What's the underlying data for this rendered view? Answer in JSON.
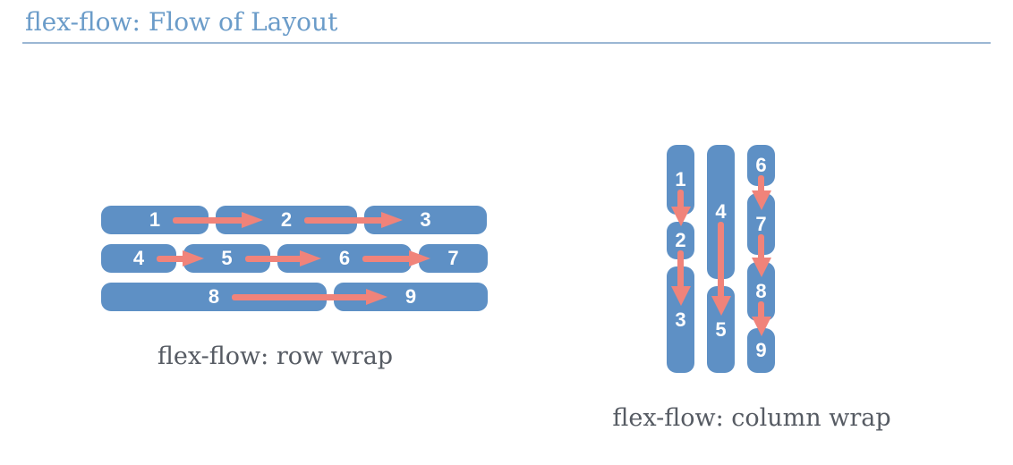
{
  "header": {
    "title": "flex-flow: Flow of Layout"
  },
  "colors": {
    "title_blue": "#6b9cc9",
    "divider_blue": "#9bb7d4",
    "box_blue": "#5e90c5",
    "arrow_salmon": "#f0837a",
    "caption_gray": "#565b63",
    "number_white": "#ffffff",
    "background": "#ffffff"
  },
  "row_diagram": {
    "caption": "flex-flow: row wrap",
    "direction": "row",
    "rows": [
      {
        "boxes": [
          {
            "label": "1",
            "size": 120
          },
          {
            "label": "2",
            "size": 158
          },
          {
            "label": "3",
            "size": 137
          }
        ]
      },
      {
        "boxes": [
          {
            "label": "4",
            "size": 84
          },
          {
            "label": "5",
            "size": 97
          },
          {
            "label": "6",
            "size": 150
          },
          {
            "label": "7",
            "size": 77
          }
        ]
      },
      {
        "boxes": [
          {
            "label": "8",
            "size": 252
          },
          {
            "label": "9",
            "size": 172
          }
        ]
      }
    ]
  },
  "column_diagram": {
    "caption": "flex-flow: column wrap",
    "direction": "column",
    "columns": [
      {
        "boxes": [
          {
            "label": "1",
            "size": 78
          },
          {
            "label": "2",
            "size": 42
          },
          {
            "label": "3",
            "size": 119
          }
        ]
      },
      {
        "boxes": [
          {
            "label": "4",
            "size": 150
          },
          {
            "label": "5",
            "size": 97
          }
        ]
      },
      {
        "boxes": [
          {
            "label": "6",
            "size": 46
          },
          {
            "label": "7",
            "size": 69
          },
          {
            "label": "8",
            "size": 66
          },
          {
            "label": "9",
            "size": 50
          }
        ]
      }
    ]
  }
}
